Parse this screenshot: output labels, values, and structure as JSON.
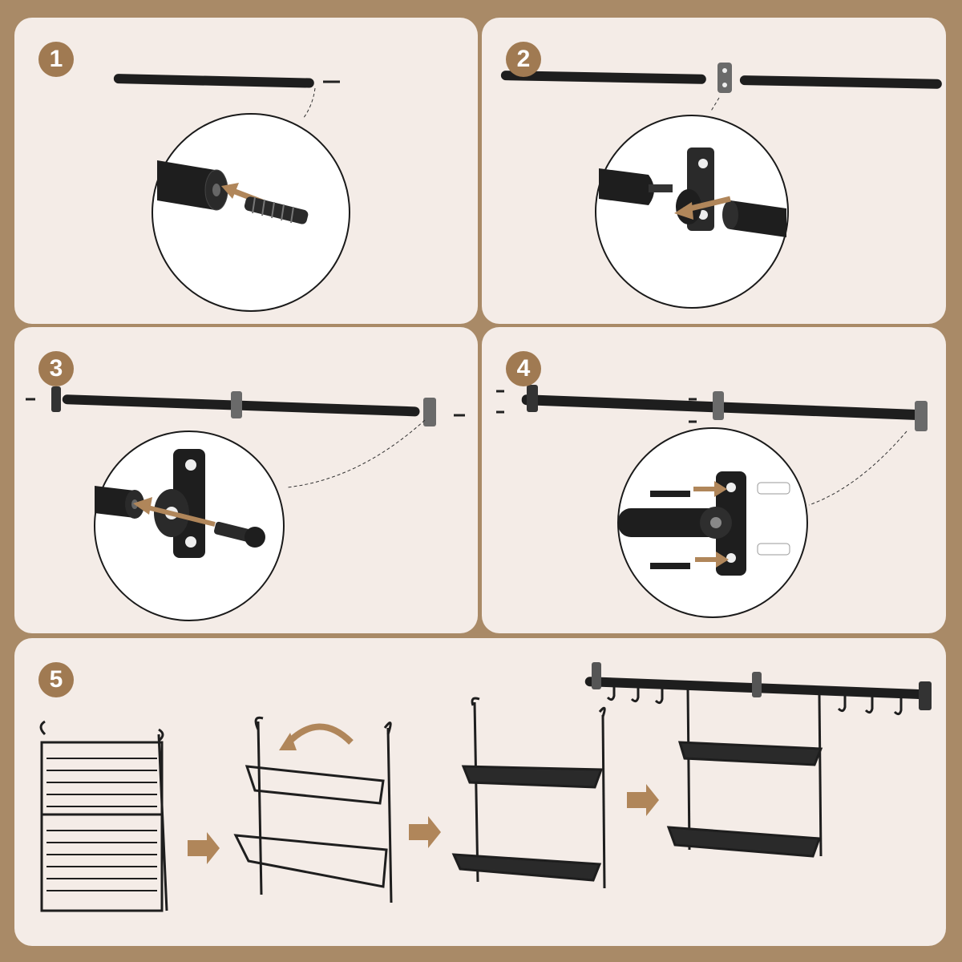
{
  "steps": [
    {
      "number": "1"
    },
    {
      "number": "2"
    },
    {
      "number": "3"
    },
    {
      "number": "4"
    },
    {
      "number": "5"
    }
  ],
  "colors": {
    "background": "#a98a67",
    "panel": "#f4ece7",
    "badge": "#a07a52",
    "arrow": "#b0865a",
    "metal": "#1e1e1e"
  },
  "icons": [
    "rod-icon",
    "screw-icon",
    "bracket-icon",
    "wall-anchor-icon",
    "rack-icon",
    "hook-icon",
    "arrow-icon"
  ]
}
